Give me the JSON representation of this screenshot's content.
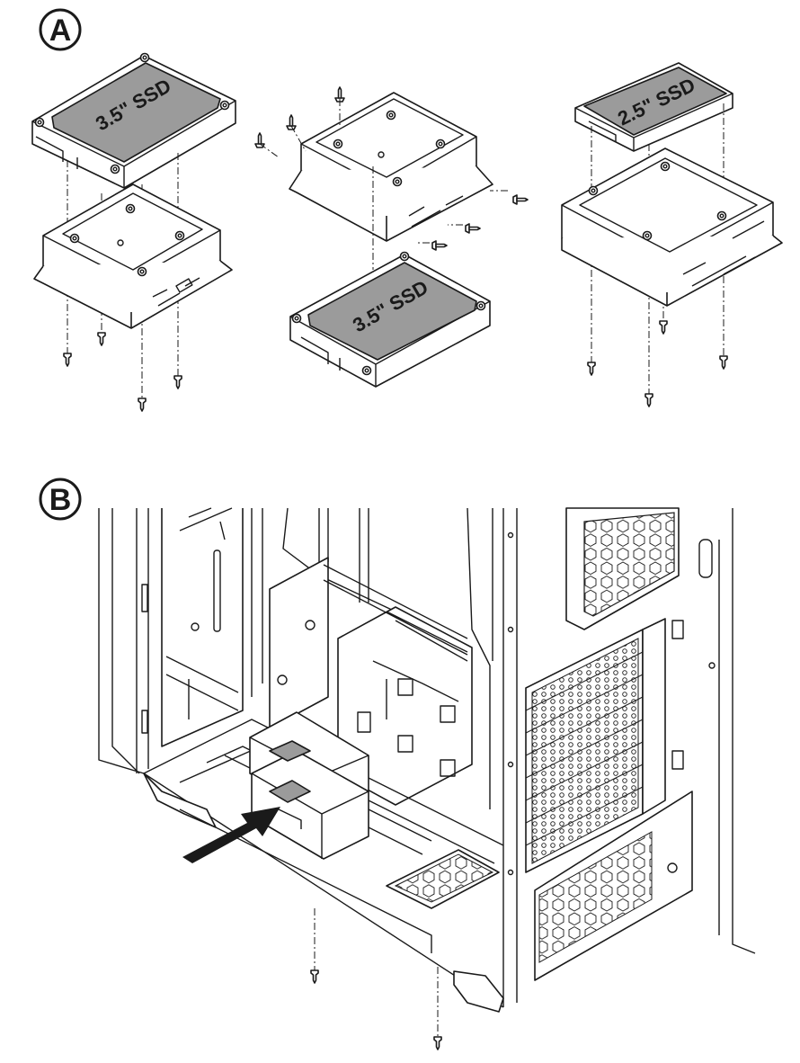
{
  "step_a": {
    "badge": "A",
    "drives": [
      {
        "label": "3.5\" SSD"
      },
      {
        "label": "3.5\" SSD"
      },
      {
        "label": "2.5\" SSD"
      }
    ]
  },
  "step_b": {
    "badge": "B"
  }
}
